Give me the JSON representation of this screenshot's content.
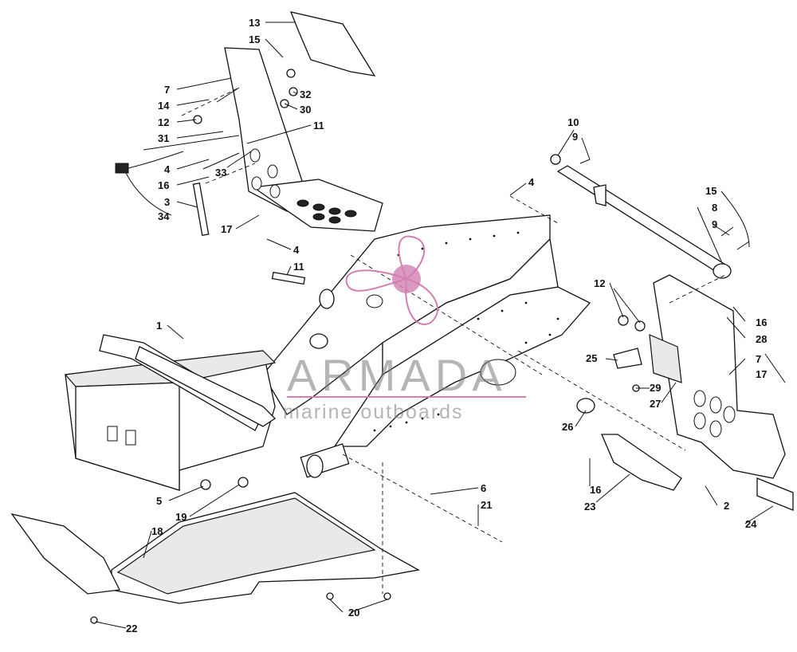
{
  "watermark": {
    "brand": "ARMADA",
    "tagline": "marine outboards",
    "logo_color": "#d27fb2"
  },
  "callouts": {
    "c1": "1",
    "c2": "2",
    "c3": "3",
    "c4a": "4",
    "c4b": "4",
    "c4c": "4",
    "c5": "5",
    "c6": "6",
    "c7a": "7",
    "c7b": "7",
    "c8": "8",
    "c9a": "9",
    "c9b": "9",
    "c10": "10",
    "c11a": "11",
    "c11b": "11",
    "c12a": "12",
    "c12b": "12",
    "c13": "13",
    "c14": "14",
    "c15a": "15",
    "c15b": "15",
    "c16a": "16",
    "c16b": "16",
    "c16c": "16",
    "c17a": "17",
    "c17b": "17",
    "c18": "18",
    "c19": "19",
    "c20": "20",
    "c21": "21",
    "c22": "22",
    "c23": "23",
    "c24": "24",
    "c25": "25",
    "c26": "26",
    "c27": "27",
    "c28": "28",
    "c29": "29",
    "c30": "30",
    "c31": "31",
    "c32": "32",
    "c33": "33",
    "c34": "34"
  }
}
